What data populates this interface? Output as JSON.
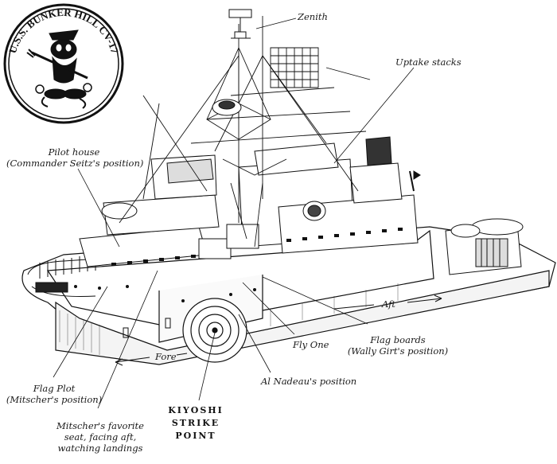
{
  "patch": {
    "text": "U.S.S. BUNKER HILL CV-17"
  },
  "labels": {
    "zenith": "Zenith",
    "uptake_stacks": "Uptake stacks",
    "pilot_house_1": "Pilot house",
    "pilot_house_2": "(Commander Seitz's position)",
    "aft": "Aft",
    "fore": "Fore",
    "flag_boards_1": "Flag boards",
    "flag_boards_2": "(Wally Girt's position)",
    "fly_one": "Fly One",
    "al_nadeau": "Al Nadeau's position",
    "flag_plot_1": "Flag Plot",
    "flag_plot_2": "(Mitscher's position)",
    "mitscher_seat_1": "Mitscher's favorite",
    "mitscher_seat_2": "seat, facing aft,",
    "mitscher_seat_3": "watching landings",
    "strike_1": "KIYOSHI",
    "strike_2": "STRIKE",
    "strike_3": "POINT"
  }
}
